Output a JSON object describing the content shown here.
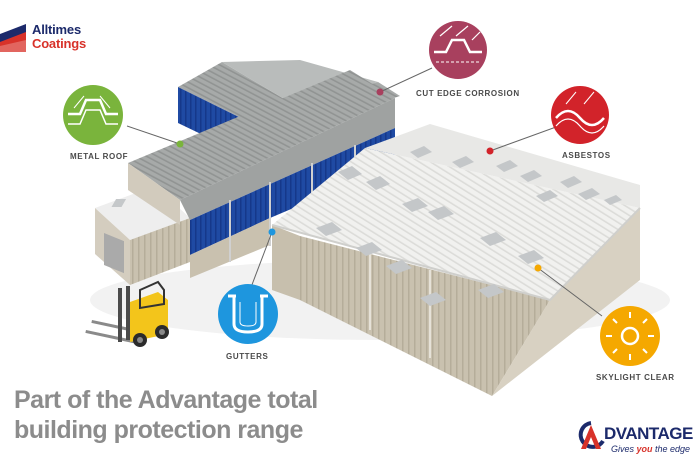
{
  "brand": {
    "line1": "Alltimes",
    "line2": "Coatings"
  },
  "callouts": {
    "cut_edge": {
      "label": "CUT EDGE CORROSION",
      "color": "#a8405e",
      "icon": "cut-edge-roof-icon"
    },
    "asbestos": {
      "label": "ASBESTOS",
      "color": "#d2232a",
      "icon": "asbestos-roof-icon"
    },
    "metal_roof": {
      "label": "METAL ROOF",
      "color": "#7ab43c",
      "icon": "metal-roof-icon"
    },
    "gutters": {
      "label": "GUTTERS",
      "color": "#1e96de",
      "icon": "gutter-icon"
    },
    "skylight": {
      "label": "SKYLIGHT CLEAR",
      "color": "#f5a800",
      "icon": "sun-icon"
    }
  },
  "headline": {
    "line1": "Part of the Advantage total",
    "line2": "building protection range"
  },
  "advantage": {
    "word": "DVANTAGE",
    "tagline_pre": "Gives ",
    "tagline_hl": "you",
    "tagline_post": " the edge"
  },
  "colors": {
    "navy": "#1c2a6b",
    "red": "#d8322a",
    "headline_grey": "#8c8c8c"
  }
}
